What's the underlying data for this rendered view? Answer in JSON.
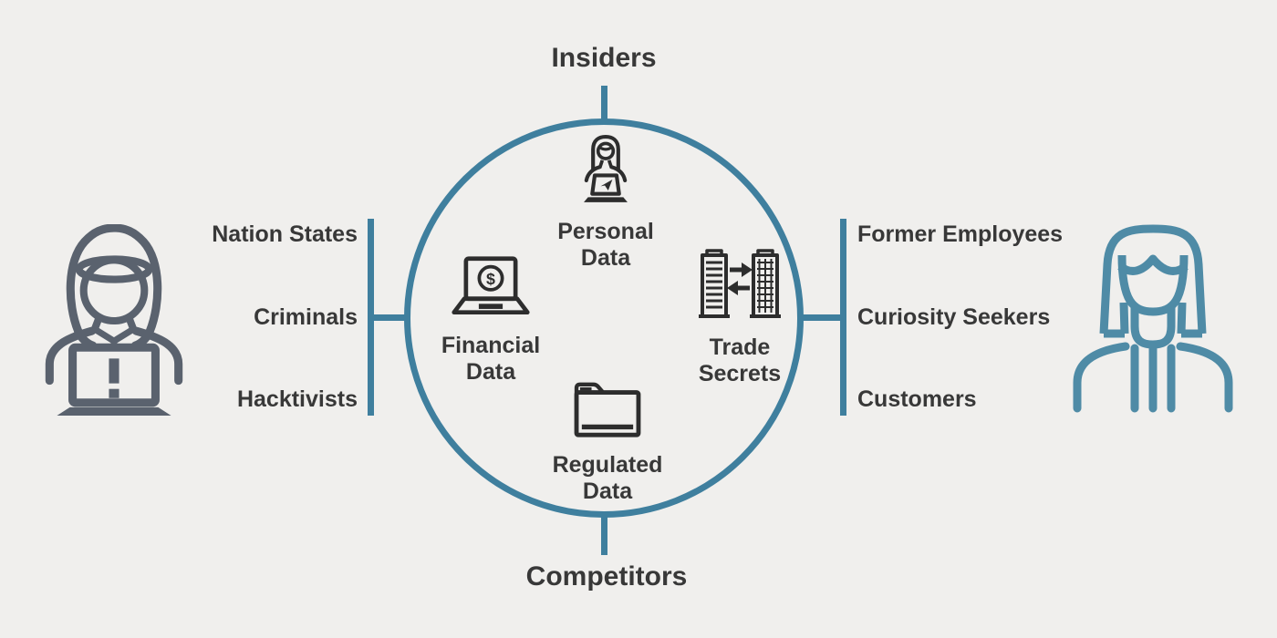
{
  "diagram": {
    "top_label": "Insiders",
    "bottom_label": "Competitors",
    "left_threats": {
      "figure_icon": "hooded-hacker-at-laptop-icon",
      "items": [
        "Nation States",
        "Criminals",
        "Hacktivists"
      ]
    },
    "right_threats": {
      "figure_icon": "woman-user-icon",
      "items": [
        "Former Employees",
        "Curiosity Seekers",
        "Customers"
      ]
    },
    "data_circle": {
      "items": [
        {
          "icon": "woman-at-laptop-icon",
          "label": "Personal Data",
          "lines": [
            "Personal",
            "Data"
          ]
        },
        {
          "icon": "laptop-dollar-icon",
          "label": "Financial Data",
          "lines": [
            "Financial",
            "Data"
          ]
        },
        {
          "icon": "buildings-exchange-icon",
          "label": "Trade Secrets",
          "lines": [
            "Trade",
            "Secrets"
          ]
        },
        {
          "icon": "folder-icon",
          "label": "Regulated Data",
          "lines": [
            "Regulated",
            "Data"
          ]
        }
      ],
      "dollar_glyph": "$"
    },
    "colors": {
      "background": "#f0efed",
      "accent_teal": "#3f7f9e",
      "icon_dark": "#2d2d2d",
      "text_dark": "#383838",
      "figure_gray": "#5a626e",
      "figure_teal": "#4f8ba6"
    }
  }
}
